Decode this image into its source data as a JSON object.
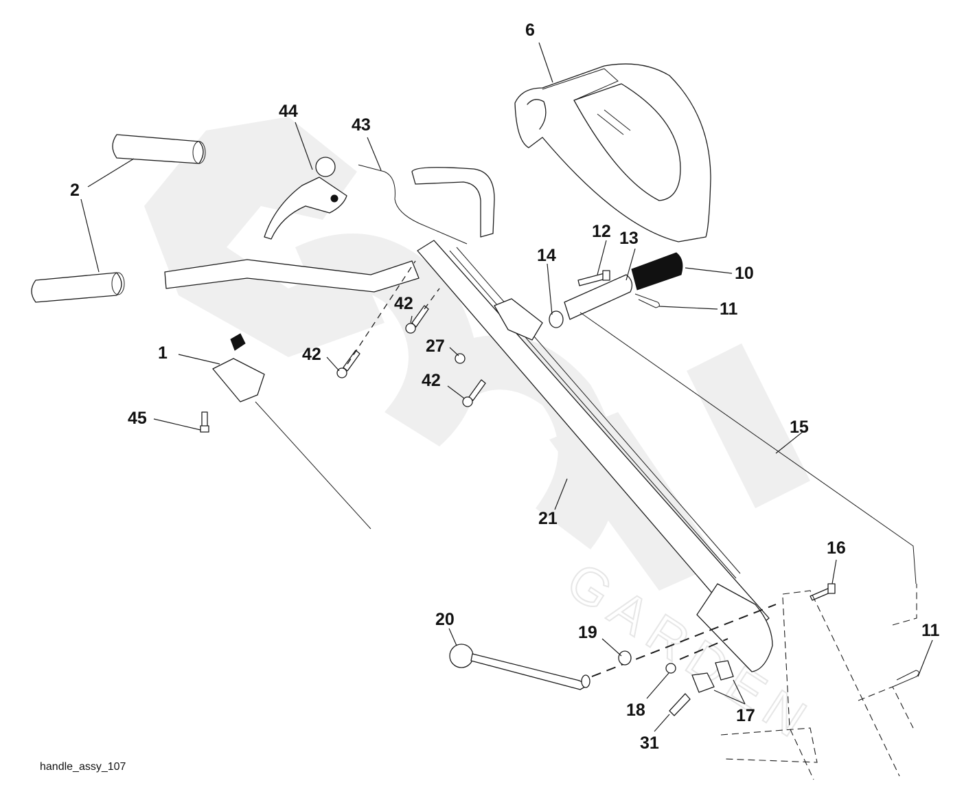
{
  "diagram": {
    "title": "handle_assy_107",
    "watermark": "GARDEN",
    "callouts": [
      {
        "id": "c1",
        "label": "1",
        "part": "shift-lever-bracket"
      },
      {
        "id": "c2a",
        "label": "2",
        "part": "hand-grip-upper"
      },
      {
        "id": "c2b",
        "label": "2",
        "part": "hand-grip-lower"
      },
      {
        "id": "c6",
        "label": "6",
        "part": "handle-cover"
      },
      {
        "id": "c10",
        "label": "10",
        "part": "knob-grip"
      },
      {
        "id": "c11a",
        "label": "11",
        "part": "hairpin-clip-upper"
      },
      {
        "id": "c11b",
        "label": "11",
        "part": "hairpin-clip-lower"
      },
      {
        "id": "c12",
        "label": "12",
        "part": "bolt"
      },
      {
        "id": "c13",
        "label": "13",
        "part": "depth-lever"
      },
      {
        "id": "c14",
        "label": "14",
        "part": "spacer"
      },
      {
        "id": "c15",
        "label": "15",
        "part": "depth-rod"
      },
      {
        "id": "c16",
        "label": "16",
        "part": "bolt"
      },
      {
        "id": "c17",
        "label": "17",
        "part": "rubber-bumpers"
      },
      {
        "id": "c18",
        "label": "18",
        "part": "lock-nut"
      },
      {
        "id": "c19",
        "label": "19",
        "part": "washer"
      },
      {
        "id": "c20",
        "label": "20",
        "part": "height-adjust-knob"
      },
      {
        "id": "c21",
        "label": "21",
        "part": "lower-handle-tube"
      },
      {
        "id": "c27",
        "label": "27",
        "part": "nut"
      },
      {
        "id": "c31",
        "label": "31",
        "part": "shoulder-bolt"
      },
      {
        "id": "c42a",
        "label": "42",
        "part": "screw-upper"
      },
      {
        "id": "c42b",
        "label": "42",
        "part": "screw-left"
      },
      {
        "id": "c42c",
        "label": "42",
        "part": "screw-lower"
      },
      {
        "id": "c43",
        "label": "43",
        "part": "control-cable"
      },
      {
        "id": "c44",
        "label": "44",
        "part": "clutch-lever"
      },
      {
        "id": "c45",
        "label": "45",
        "part": "bolt-small"
      }
    ]
  }
}
